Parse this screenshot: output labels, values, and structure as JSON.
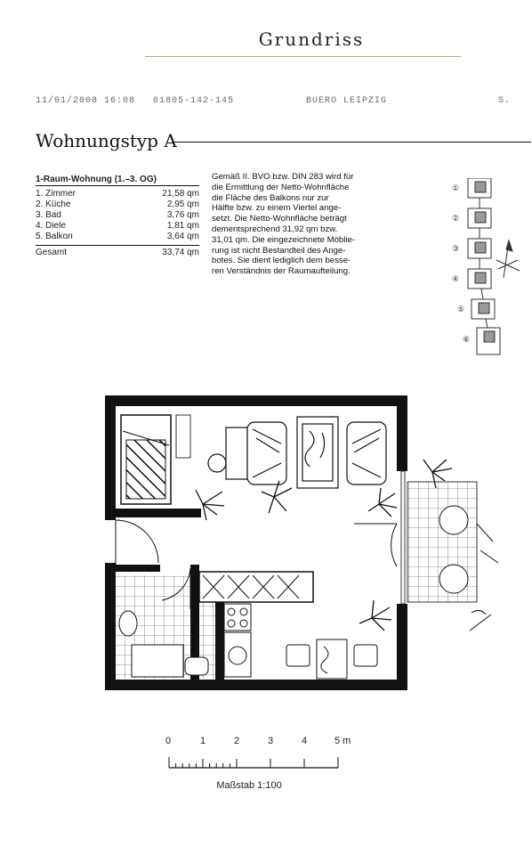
{
  "page": {
    "title": "Grundriss"
  },
  "fax_header": {
    "date_time": "11/01/2008 16:08",
    "phone": "01805-142-145",
    "office": "BUERO LEIPZIG",
    "page": "S."
  },
  "apartment": {
    "type_title": "Wohnungstyp A",
    "table_title": "1-Raum-Wohnung (1.–3. OG)",
    "rooms": [
      {
        "name": "1.  Zimmer",
        "area": "21,58 qm"
      },
      {
        "name": "2.  Küche",
        "area": "2,95 qm"
      },
      {
        "name": "3.  Bad",
        "area": "3,76 qm"
      },
      {
        "name": "4.  Diele",
        "area": "1,81 qm"
      },
      {
        "name": "5.  Balkon",
        "area": "3,64 qm"
      }
    ],
    "total_label": "Gesamt",
    "total_area": "33,74 qm",
    "description_lines": [
      "Gemäß II. BVO bzw. DIN 283 wird für",
      "die Ermittlung der Netto-Wohnfläche",
      "die Fläche des Balkons nur zur",
      "Hälfte bzw. zu einem Viertel ange-",
      "setzt. Die Netto-Wohnfläche beträgt",
      "dementsprechend 31,92 qm bzw.",
      "31,01 qm. Die eingezeichnete Möblie-",
      "rung ist nicht Bestandteil des Ange-",
      "botes. Sie dient lediglich dem besse-",
      "ren Verständnis der Raumaufteilung."
    ]
  },
  "position_diagram": {
    "labels": [
      "①",
      "②",
      "③",
      "④",
      "⑤",
      "⑥"
    ]
  },
  "scale": {
    "ticks": [
      "0",
      "1",
      "2",
      "3",
      "4",
      "5 m"
    ],
    "label": "Maßstab 1:100"
  }
}
